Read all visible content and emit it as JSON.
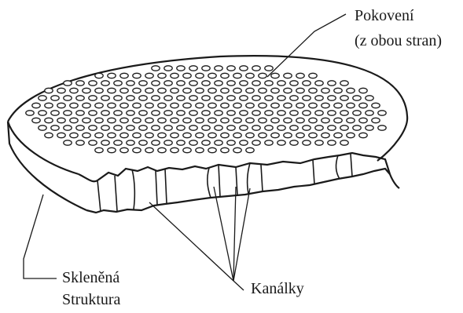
{
  "labels": {
    "pokoveni": "Pokovení",
    "obou_stran": "(z obou stran)",
    "sklenena": "Skleněná",
    "struktura": "Struktura",
    "kanalky": "Kanálky"
  },
  "colors": {
    "ink": "#1a1a1a",
    "background": "#ffffff"
  }
}
